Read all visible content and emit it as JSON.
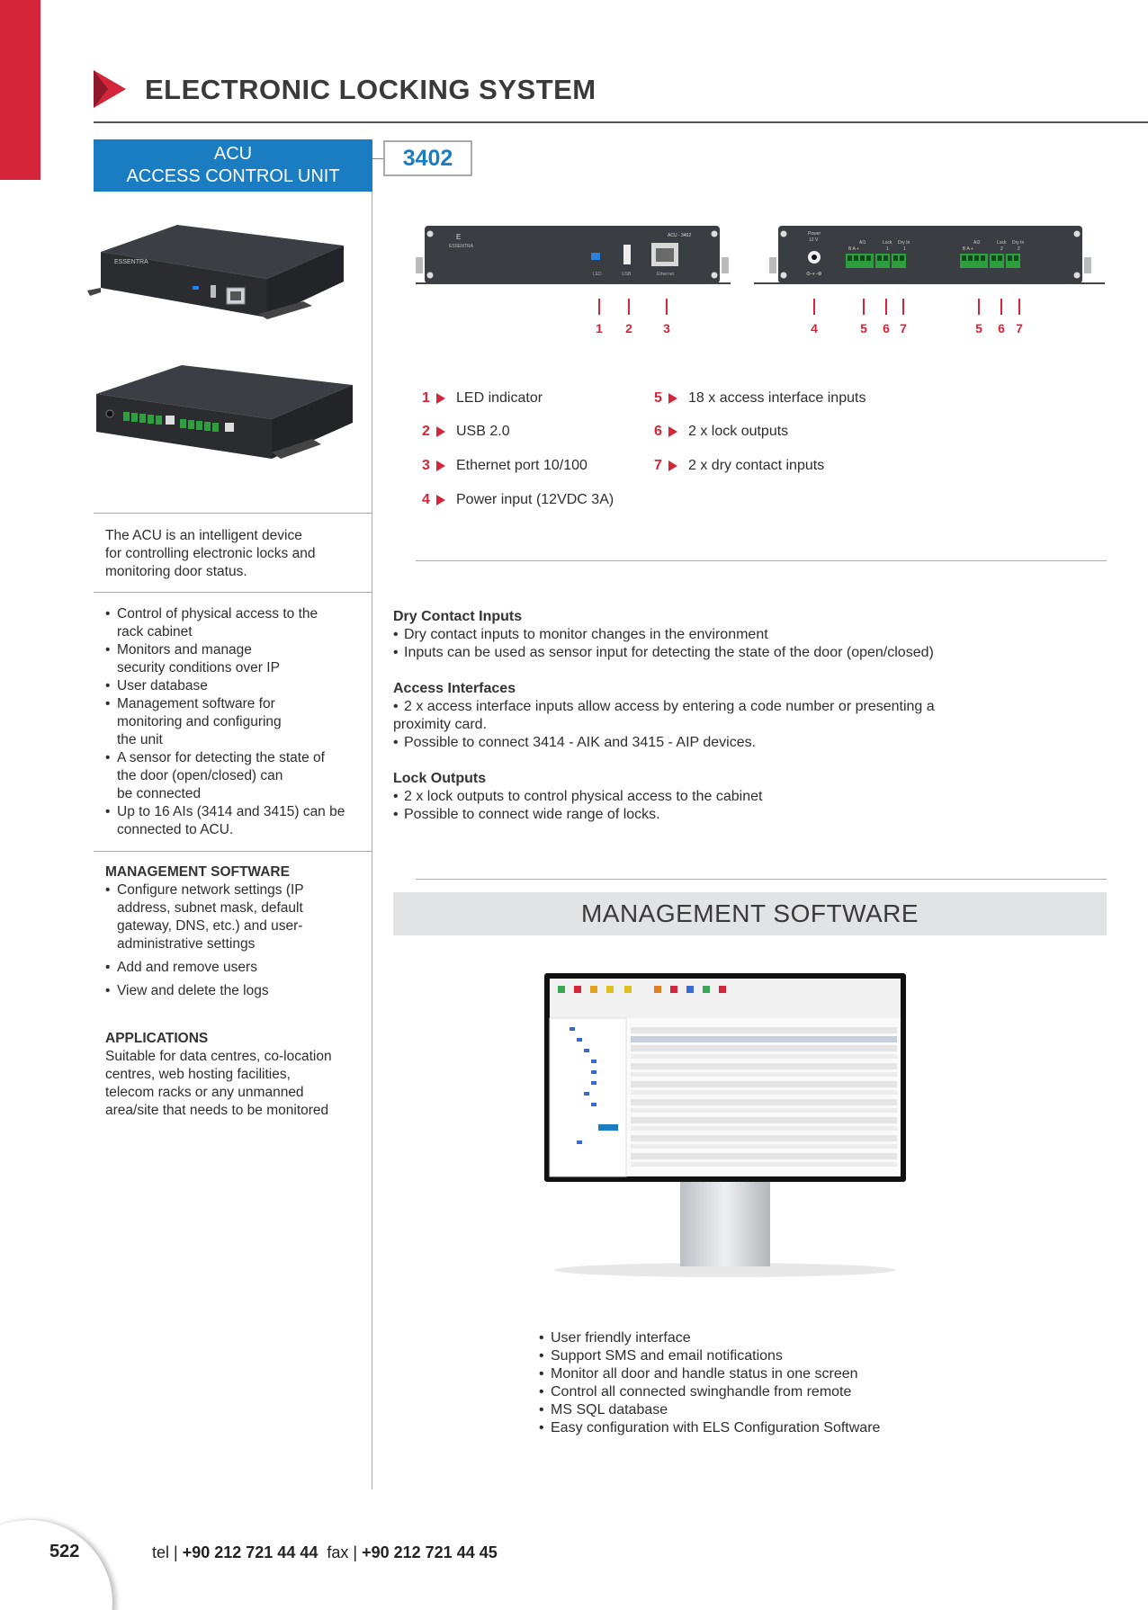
{
  "header": {
    "title": "ELECTRONIC LOCKING SYSTEM"
  },
  "product": {
    "title_line1": "ACU",
    "title_line2": "ACCESS CONTROL UNIT",
    "model": "3402"
  },
  "front_panel": {
    "brand": "ESSENTRA",
    "model_label": "ACU - 3402",
    "labels": [
      "LED",
      "USB",
      "Ethernet"
    ]
  },
  "rear_panel": {
    "power_label": "Power",
    "power_volts": "12 V",
    "ai1": "AI1",
    "ai2": "AI2",
    "lock": "Lock",
    "dry_in": "Dry In",
    "ba": "B A +",
    "n1": "1",
    "n2": "2"
  },
  "callouts": [
    "1",
    "2",
    "3",
    "4",
    "5",
    "6",
    "7",
    "5",
    "6",
    "7"
  ],
  "legend": {
    "left": [
      {
        "num": "1",
        "text": "LED indicator"
      },
      {
        "num": "2",
        "text": "USB 2.0"
      },
      {
        "num": "3",
        "text": "Ethernet port 10/100"
      },
      {
        "num": "4",
        "text": "Power input (12VDC 3A)"
      }
    ],
    "right": [
      {
        "num": "5",
        "text": "18 x access interface inputs"
      },
      {
        "num": "6",
        "text": "2 x lock outputs"
      },
      {
        "num": "7",
        "text": "2 x dry contact inputs"
      }
    ]
  },
  "left_col": {
    "intro": [
      "The ACU is an intelligent device",
      "for controlling electronic locks and",
      "monitoring door status."
    ],
    "features": [
      [
        "Control of physical access to the",
        "rack cabinet"
      ],
      [
        "Monitors and manage",
        "security conditions over IP"
      ],
      [
        "User database"
      ],
      [
        "Management software for",
        "monitoring and configuring",
        "the unit"
      ],
      [
        "A sensor for detecting the state of",
        "the door (open/closed) can",
        "be connected"
      ],
      [
        "Up to 16 AIs (3414 and 3415) can be",
        "connected to ACU."
      ]
    ],
    "mgmt_title": "MANAGEMENT SOFTWARE",
    "mgmt_items": [
      [
        "Configure network settings (IP",
        "address, subnet mask, default",
        "gateway, DNS, etc.) and user-",
        "administrative settings"
      ],
      [
        "Add and remove users"
      ],
      [
        "View and delete the logs"
      ]
    ],
    "apps_title": "APPLICATIONS",
    "apps_text": [
      "Suitable for data centres, co-location",
      "centres, web hosting facilities,",
      "telecom racks or any unmanned",
      "area/site that needs to be monitored"
    ]
  },
  "right_col": {
    "dry": {
      "title": "Dry Contact Inputs",
      "items": [
        "Dry contact inputs to monitor changes in the environment",
        "Inputs can be used as sensor input for detecting the state of the door (open/closed)"
      ]
    },
    "access": {
      "title": "Access Interfaces",
      "items": [
        [
          "2 x access interface inputs allow access by entering a code number or presenting a",
          "proximity card."
        ],
        [
          "Possible to connect 3414 - AIK and 3415 - AIP devices."
        ]
      ]
    },
    "lock": {
      "title": "Lock Outputs",
      "items": [
        "2 x lock outputs to control physical access to the cabinet",
        "Possible to connect wide range of locks."
      ]
    },
    "mgmt_band": "MANAGEMENT SOFTWARE",
    "features": [
      "User friendly interface",
      "Support SMS and email notifications",
      "Monitor all door and handle status in one screen",
      "Control all connected swinghandle from remote",
      "MS SQL database",
      "Easy configuration with ELS Configuration Software"
    ]
  },
  "footer": {
    "page_number": "522",
    "tel_label": "tel |",
    "tel": "+90 212 721 44 44",
    "fax_label": "fax |",
    "fax": "+90 212 721 44 45"
  },
  "colors": {
    "accent_red": "#d4253a",
    "accent_blue": "#1a7dc2",
    "terminal_green": "#2e9e3e"
  }
}
